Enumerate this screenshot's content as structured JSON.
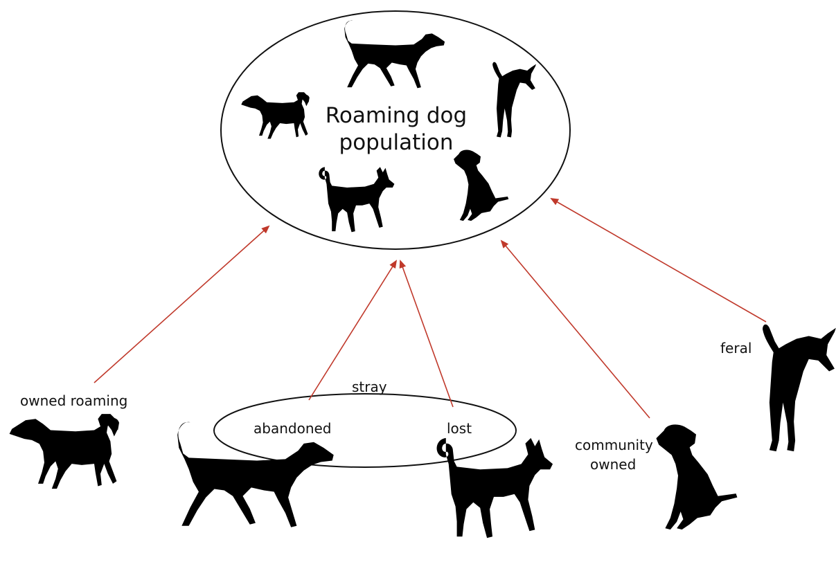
{
  "diagram": {
    "population_title_line1": "Roaming dog",
    "population_title_line2": "population",
    "stray_group_label": "stray",
    "categories": {
      "owned_roaming": "owned roaming",
      "abandoned": "abandoned",
      "lost": "lost",
      "community_owned_line1": "community",
      "community_owned_line2": "owned",
      "feral": "feral"
    },
    "arrow_color": "#c0392b",
    "silhouette_color": "#000000",
    "icons": {
      "dog_trotting": "dog-trotting-silhouette-icon",
      "dog_walking": "dog-walking-silhouette-icon",
      "dog_standing_curled_tail": "dog-standing-curled-tail-icon",
      "dog_sitting": "dog-sitting-silhouette-icon",
      "dog_rear_view": "dog-rear-view-silhouette-icon"
    }
  }
}
